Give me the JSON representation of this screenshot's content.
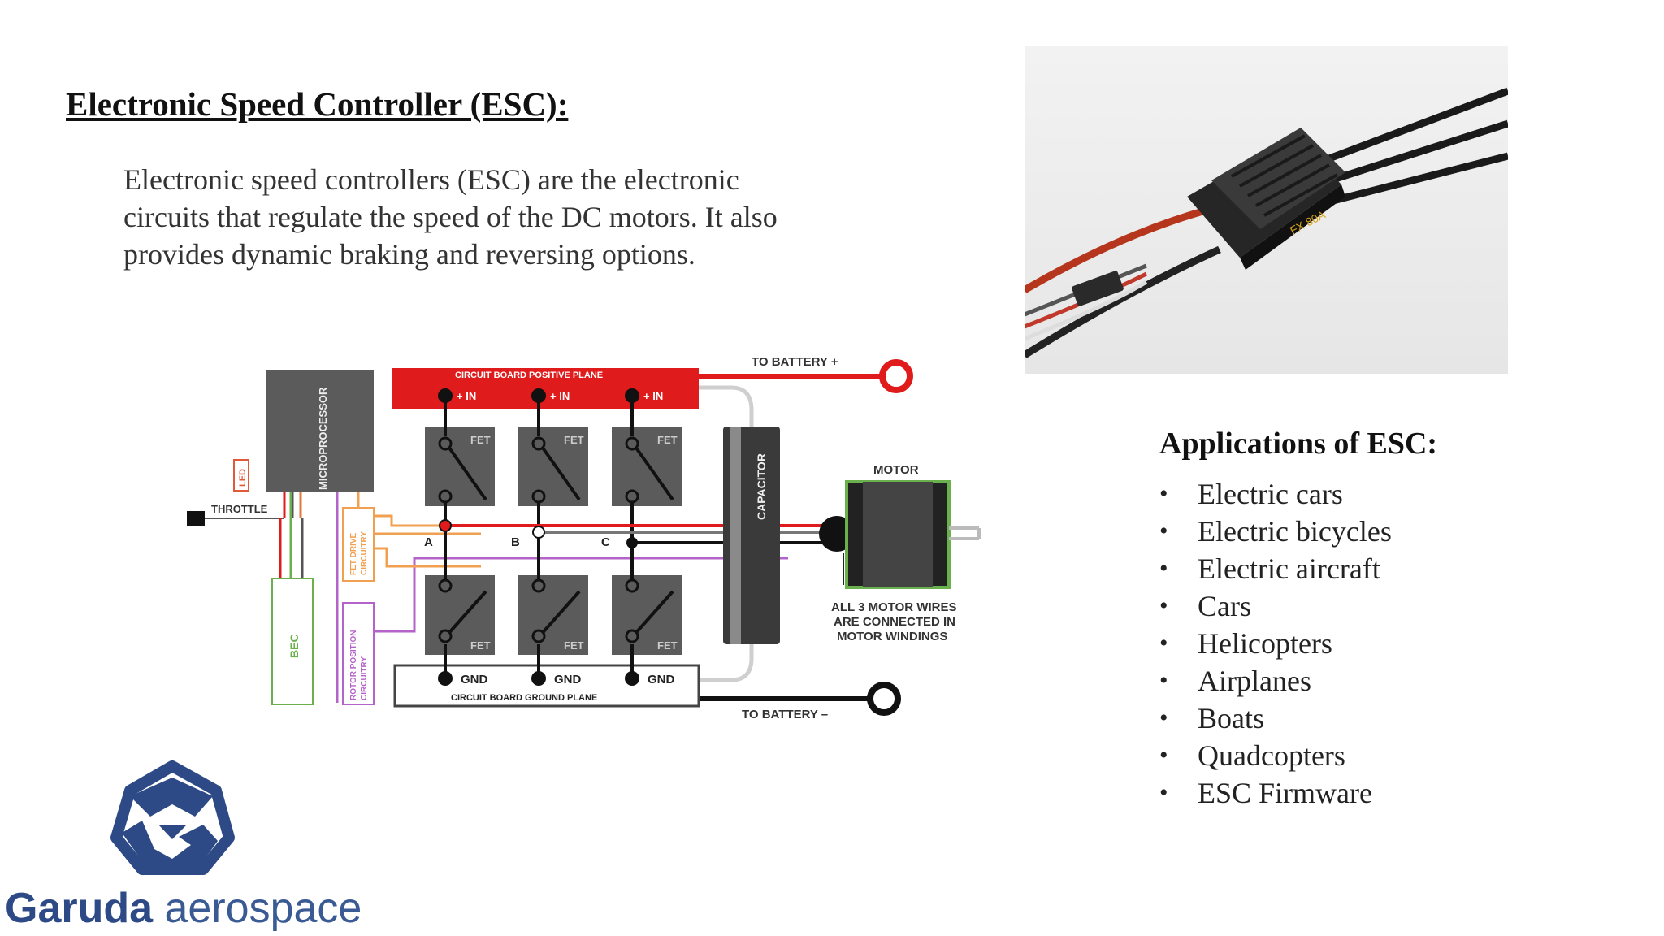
{
  "slide": {
    "title": "Electronic Speed Controller (ESC):",
    "intro_lines": [
      "Electronic speed controllers (ESC) are the electronic",
      "circuits that regulate the speed of the DC motors. It also",
      "provides dynamic braking and reversing options."
    ]
  },
  "applications": {
    "title": "Applications of ESC:",
    "items": [
      "Electric cars",
      "Electric bicycles",
      "Electric aircraft",
      "Cars",
      "Helicopters",
      "Airplanes",
      "Boats",
      "Quadcopters",
      "ESC Firmware"
    ]
  },
  "diagram": {
    "battery_plus": "TO BATTERY +",
    "battery_minus": "TO BATTERY –",
    "positive_plane": "CIRCUIT BOARD POSITIVE PLANE",
    "ground_plane": "CIRCUIT BOARD GROUND PLANE",
    "plus_in": "+ IN",
    "fet": "FET",
    "gnd": "GND",
    "microprocessor": "MICROPROCESSOR",
    "led": "LED",
    "throttle": "THROTTLE",
    "fet_drive": [
      "FET DRIVE",
      "CIRCUITRY"
    ],
    "rotor_position": [
      "ROTOR POSITION",
      "CIRCUITRY"
    ],
    "bec": "BEC",
    "capacitor": "CAPACITOR",
    "motor": "MOTOR",
    "phase_a": "A",
    "phase_b": "B",
    "phase_c": "C",
    "motor_note": [
      "ALL 3 MOTOR WIRES",
      "ARE CONNECTED IN",
      "MOTOR WINDINGS"
    ]
  },
  "logo": {
    "brand_bold": "Garuda",
    "brand_light": "aerospace"
  },
  "colors": {
    "positive_plane": "#e01b1b",
    "fet_box": "#5b5b5b",
    "brand_blue": "#2d4a86"
  }
}
